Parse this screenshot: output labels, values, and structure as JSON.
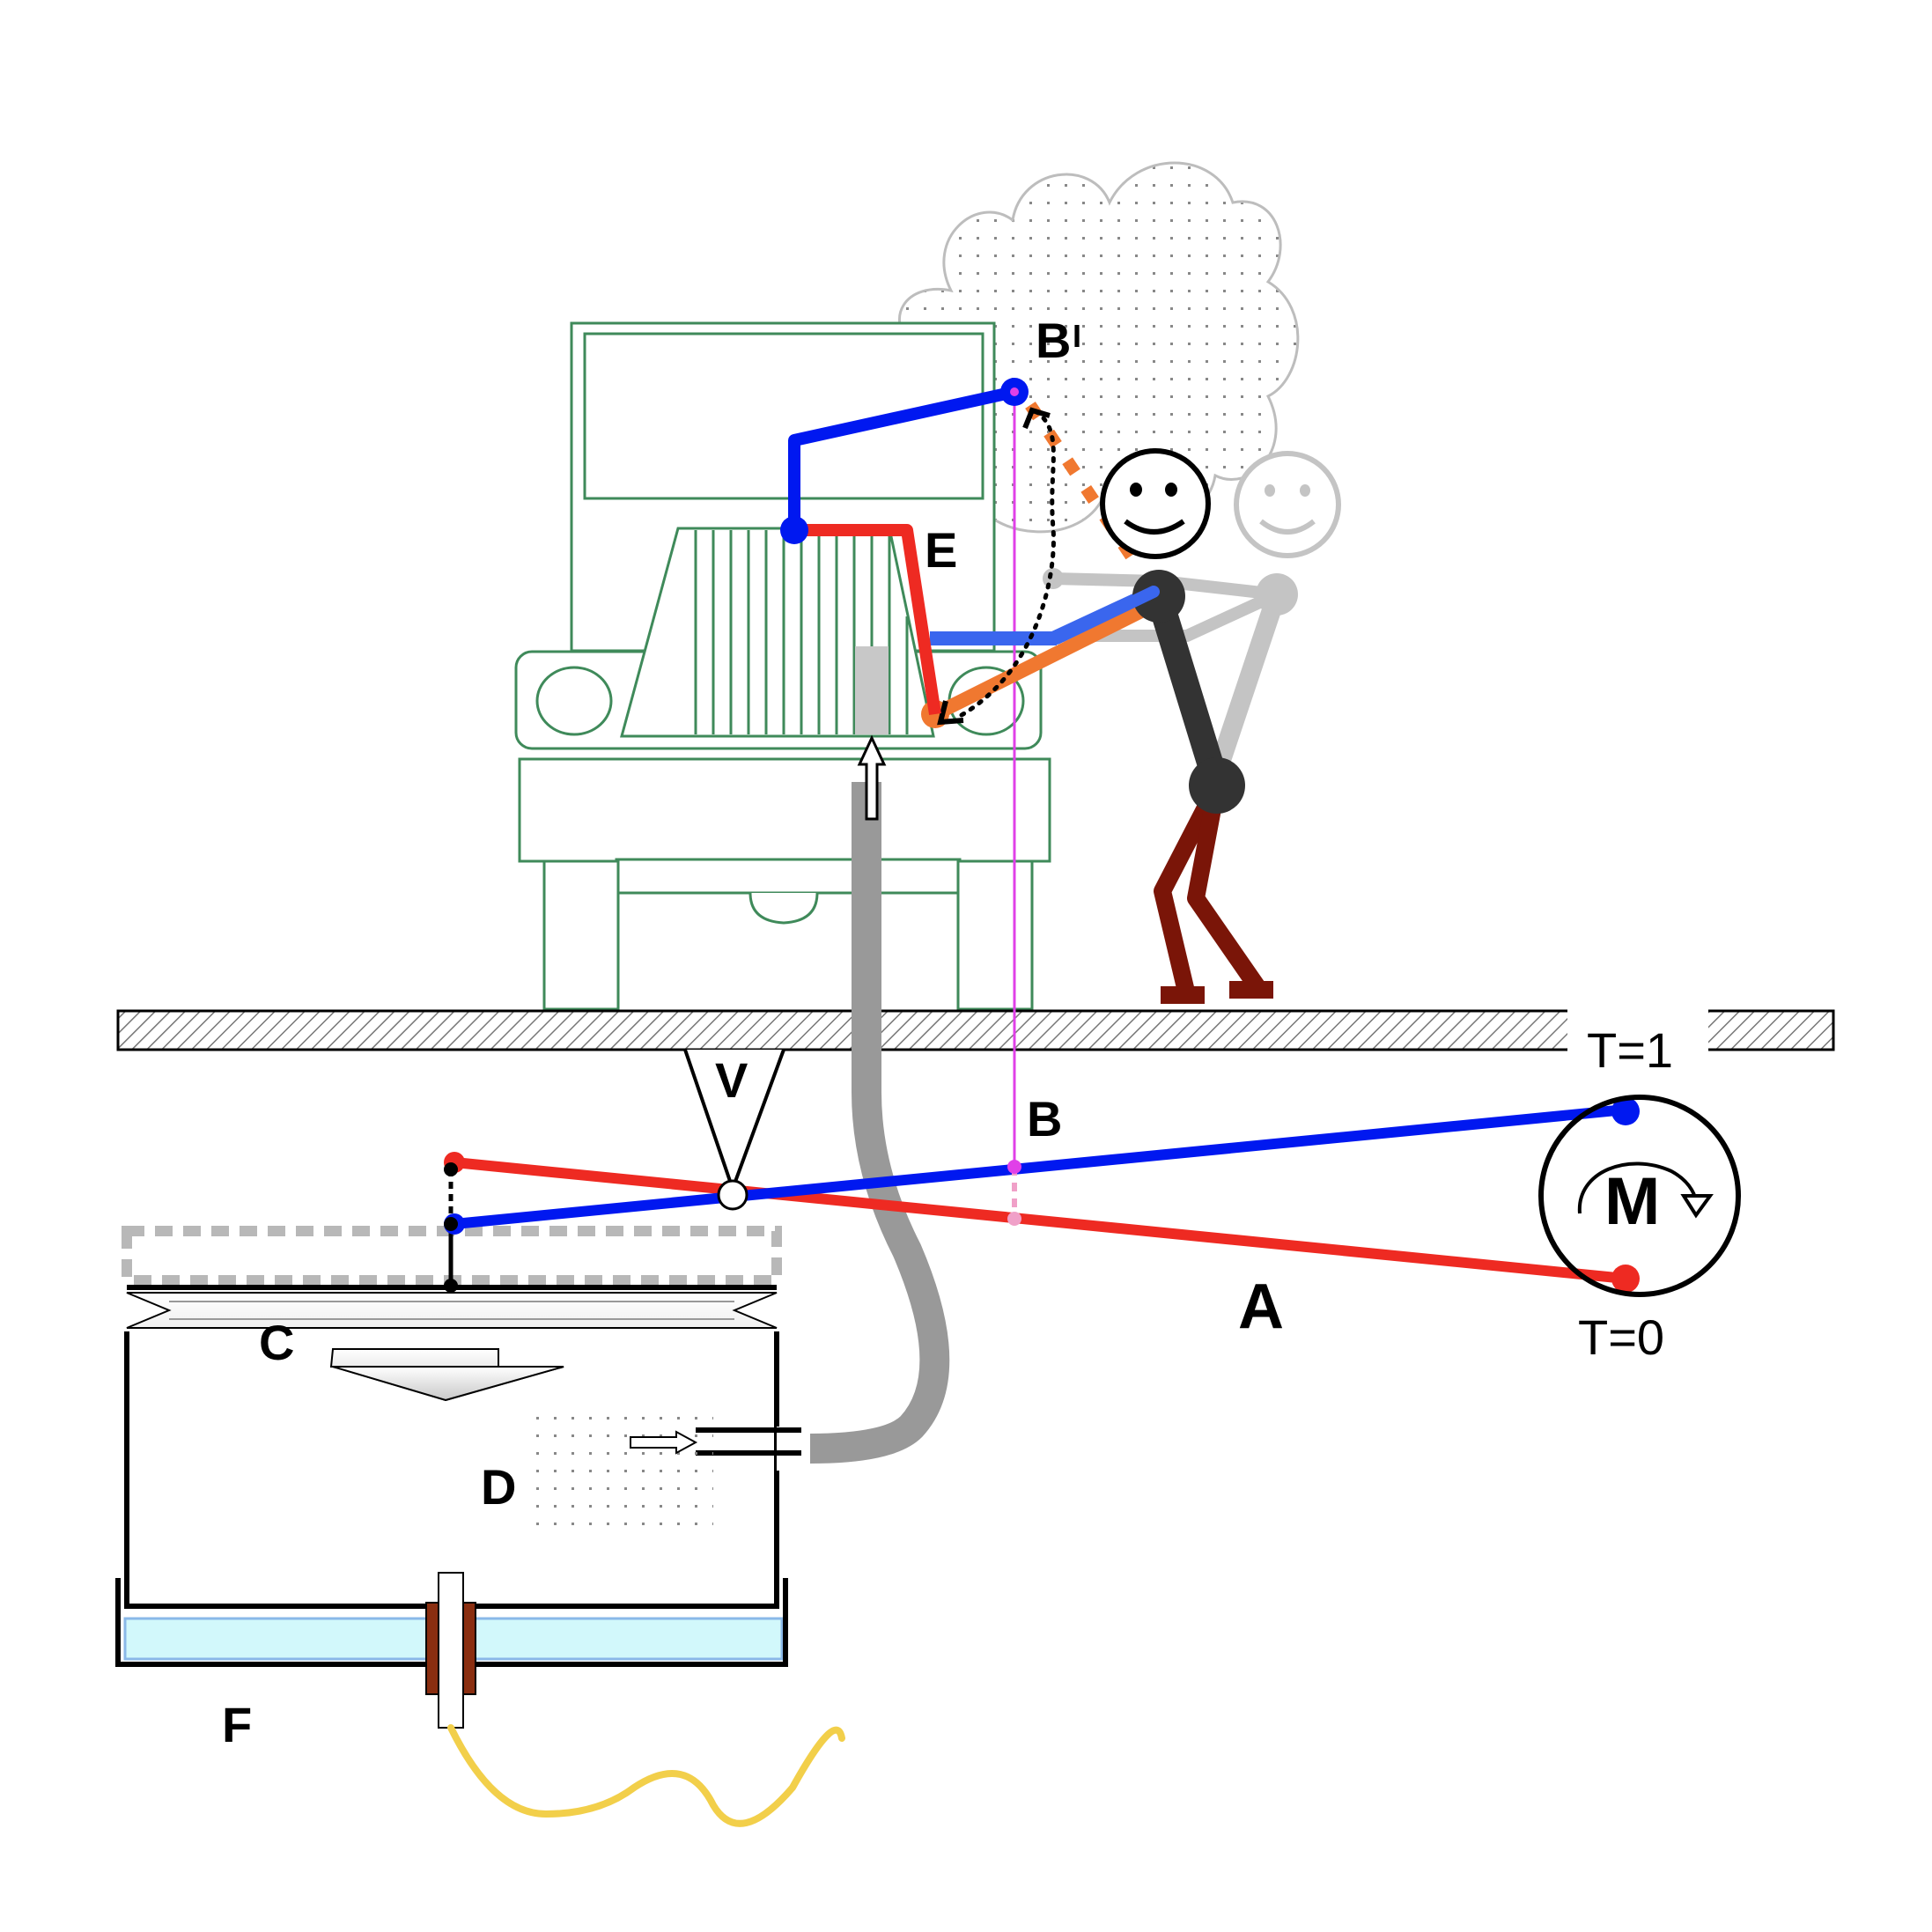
{
  "labels": {
    "a": "A",
    "b": "B",
    "b_prime": "B",
    "b_prime_mark": "I",
    "c": "C",
    "d": "D",
    "e": "E",
    "f": "F",
    "m": "M",
    "v": "V",
    "t1": "T=1",
    "t0": "T=0"
  },
  "colors": {
    "lever_t1": "#0018f0",
    "lever_t0": "#ee2a22",
    "sight_line": "#e040e8",
    "hose": "#999999",
    "vehicle": "#3f8a5a",
    "person_ghost": "#c4c4c4",
    "person_body": "#333333",
    "person_legs": "#7a1508",
    "arm_orange": "#f07830",
    "water": "#d2f8fb",
    "plug": "#8a2e10",
    "cable": "#f2cf4a"
  },
  "icons": {
    "motor": "rotation-arrow-icon",
    "face_active": "smiley-face-icon",
    "face_ghost": "smiley-face-icon"
  }
}
